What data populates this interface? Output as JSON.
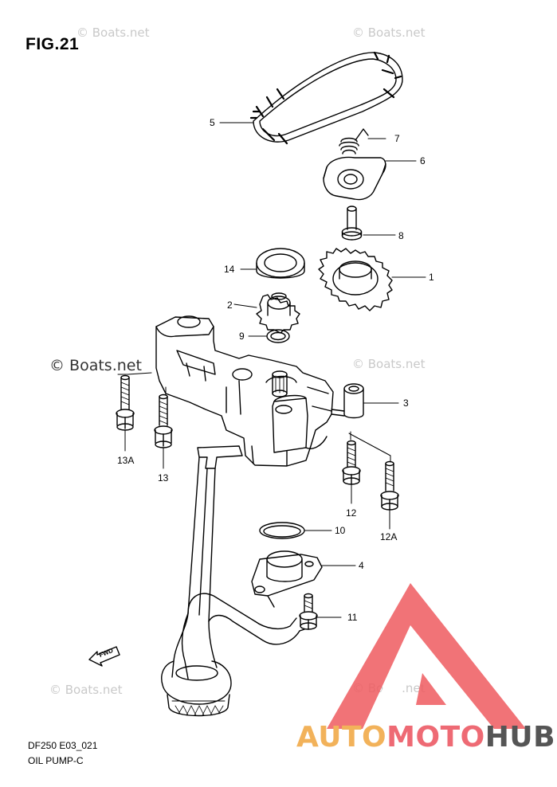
{
  "figure": {
    "title": "FIG.21"
  },
  "callouts": [
    {
      "id": "c5",
      "label": "5"
    },
    {
      "id": "c7",
      "label": "7"
    },
    {
      "id": "c6",
      "label": "6"
    },
    {
      "id": "c8",
      "label": "8"
    },
    {
      "id": "c14",
      "label": "14"
    },
    {
      "id": "c1",
      "label": "1"
    },
    {
      "id": "c2",
      "label": "2"
    },
    {
      "id": "c9",
      "label": "9"
    },
    {
      "id": "c3",
      "label": "3"
    },
    {
      "id": "c13A",
      "label": "13A"
    },
    {
      "id": "c13",
      "label": "13"
    },
    {
      "id": "c12",
      "label": "12"
    },
    {
      "id": "c12A",
      "label": "12A"
    },
    {
      "id": "c10",
      "label": "10"
    },
    {
      "id": "c4",
      "label": "4"
    },
    {
      "id": "c11",
      "label": "11"
    }
  ],
  "watermarks": [
    "© Boats.net",
    "© Boats.net",
    "© Boats.net",
    "© Boats.net",
    "© Boats.net",
    "© Boats.net"
  ],
  "fwd_label": "FWD",
  "footer": {
    "code": "DF250 E03_021",
    "name": "OIL PUMP-C"
  },
  "brand": {
    "part1": "AUTO",
    "part2": "MOTO",
    "part3": "HUB"
  },
  "colors": {
    "logo_red": "#ef5a5f",
    "logo_orange": "#f2b25a",
    "logo_gray": "#555555",
    "line": "#000000"
  }
}
